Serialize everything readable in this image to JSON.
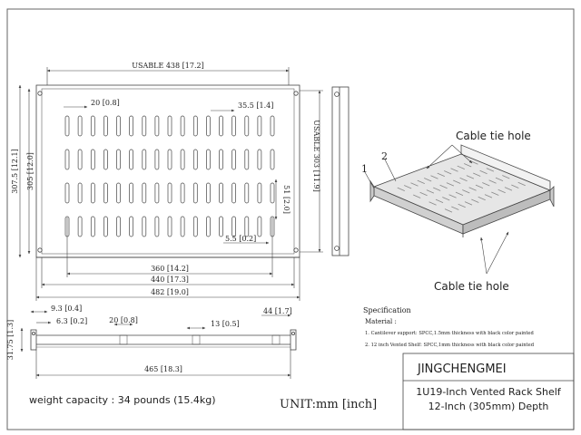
{
  "top_view": {
    "usable_width": "USABLE 438 [17.2]",
    "slot_width": "20 [0.8]",
    "slot_pitch": "35.5 [1.4]",
    "outer_height": "307.5 [12.1]",
    "inner_height": "305 [12.0]",
    "usable_depth": "USABLE 303 [11.9]",
    "slot_length": "51 [2.0]",
    "edge_offset": "5.5 [0.2]",
    "dim_360": "360 [14.2]",
    "dim_440": "440 [17.3]",
    "dim_482": "482 [19.0]"
  },
  "front_view": {
    "dim_9_3": "9.3 [0.4]",
    "dim_6_3": "6.3 [0.2]",
    "dim_20": "20 [0.8]",
    "dim_13": "13 [0.5]",
    "dim_44": "44 [1.7]",
    "dim_31_75": "31.75 [1.3]",
    "dim_465": "465 [18.3]"
  },
  "iso_view": {
    "callout_top": "Cable tie hole",
    "callout_bottom": "Cable tie hole",
    "marker_1": "1",
    "marker_2": "2"
  },
  "spec": {
    "title": "Specification",
    "material_label": "Material :",
    "item1": "1.  Cantilever support: SPCC,1.5mm thickness with black color painted",
    "item2": "2.  12 inch Vented Shelf: SPCC,1mm thickness with black color painted"
  },
  "title_block": {
    "brand": "JINGCHENGMEI",
    "product_line1": "1U19-Inch Vented Rack Shelf",
    "product_line2": "12-Inch (305mm) Depth"
  },
  "weight": "weight capacity : 34 pounds (15.4kg)",
  "unit": "UNIT:mm [inch]",
  "colors": {
    "line": "#444444",
    "text": "#222222",
    "iso_fill": "#e6e6e6"
  }
}
